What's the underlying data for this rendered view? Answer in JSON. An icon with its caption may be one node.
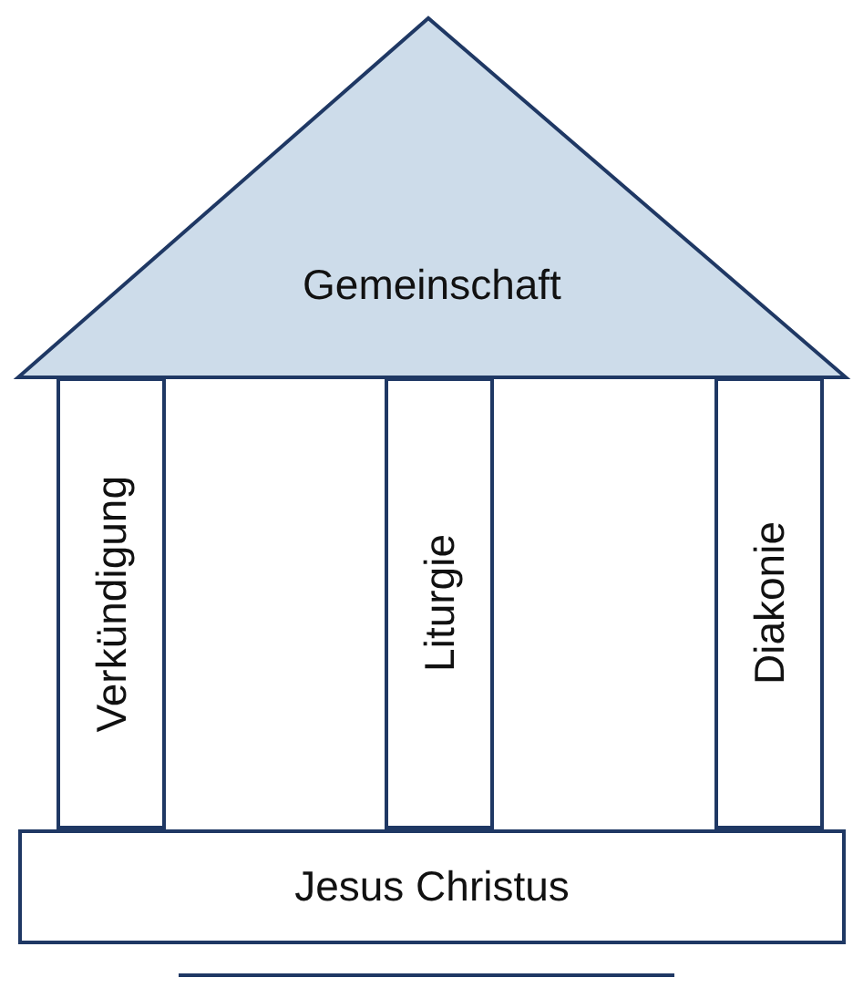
{
  "diagram": {
    "nodes": [
      {
        "text": [
          "Gemeinschaft"
        ]
      },
      {
        "text": [
          "Verkündigung"
        ]
      },
      {
        "text": [
          "Liturgie"
        ]
      },
      {
        "text": [
          "Diakonie"
        ]
      },
      {
        "text": [
          "Jesus Christus"
        ]
      }
    ]
  }
}
